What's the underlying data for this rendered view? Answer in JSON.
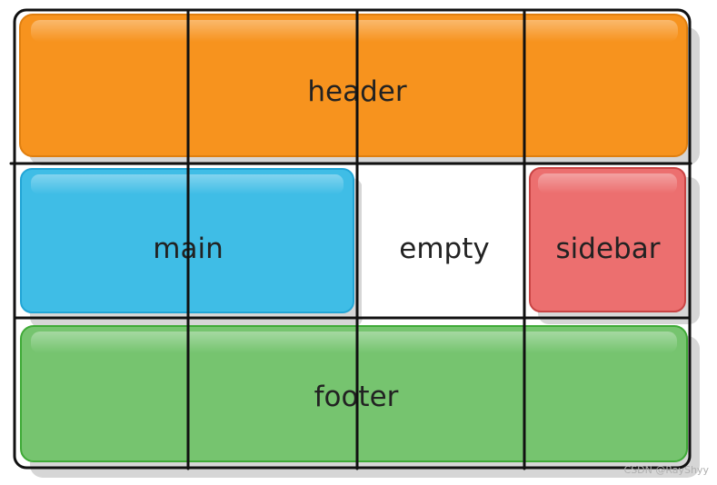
{
  "areas": {
    "header": {
      "label": "header",
      "color": "#F7931E"
    },
    "main": {
      "label": "main",
      "color": "#3FBDE6"
    },
    "empty": {
      "label": "empty",
      "color": "#FFFFFF"
    },
    "sidebar": {
      "label": "sidebar",
      "color": "#EC6F6F"
    },
    "footer": {
      "label": "footer",
      "color": "#76C46F"
    }
  },
  "grid_line_color": "#111111",
  "watermark": "CSDN @RayShyy"
}
